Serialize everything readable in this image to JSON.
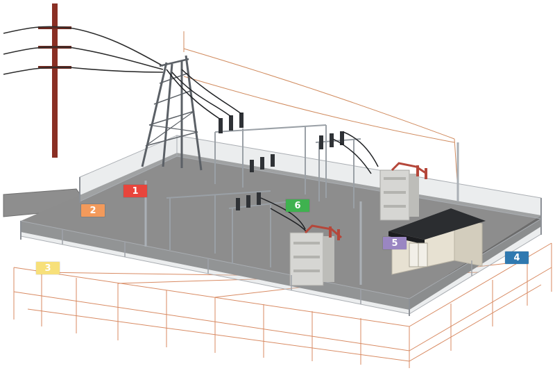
{
  "callouts": [
    {
      "id": "1",
      "label": "1",
      "color": "#e8453c",
      "text_color": "#ffffff"
    },
    {
      "id": "2",
      "label": "2",
      "color": "#f39a5b",
      "text_color": "#ffffff"
    },
    {
      "id": "3",
      "label": "3",
      "color": "#f7e07a",
      "text_color": "#ffffff"
    },
    {
      "id": "4",
      "label": "4",
      "color": "#2f79b0",
      "text_color": "#ffffff"
    },
    {
      "id": "5",
      "label": "5",
      "color": "#9a86c2",
      "text_color": "#ffffff"
    },
    {
      "id": "6",
      "label": "6",
      "color": "#3fb24f",
      "text_color": "#ffffff"
    }
  ],
  "colors": {
    "ground_pad": "#8c8c8c",
    "gravel_edge": "#7a7a7a",
    "grounding_grid": "#d88a62",
    "fence_mesh": "#b8bcc0",
    "pole": "#8a2f24",
    "steel": "#6d7278",
    "building_wall": "#e7e1d2",
    "building_roof": "#2b2d30",
    "transformer": "#d9d9d6",
    "bushing_red": "#b5473a"
  },
  "icons": [
    "utility-pole-icon",
    "transmission-tower-icon",
    "transformer-icon",
    "control-building-icon"
  ]
}
